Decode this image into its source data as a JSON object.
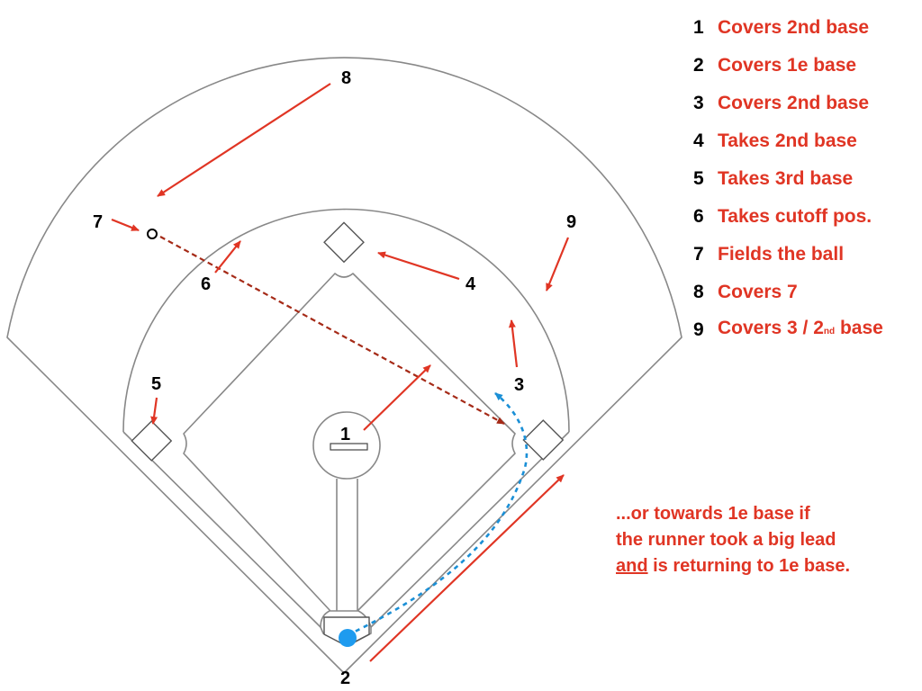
{
  "colors": {
    "line": "#888888",
    "red": "#e03524",
    "dark_red": "#a52a17",
    "blue": "#1a8fd6",
    "ball": "#1e9bef"
  },
  "positions": {
    "pitcher": "1",
    "catcher": "2",
    "first_base": "3",
    "second_base": "4",
    "third_base": "5",
    "shortstop": "6",
    "left_field": "7",
    "center_field": "8",
    "right_field": "9"
  },
  "legend": [
    {
      "num": "1",
      "text": "Covers 2nd base"
    },
    {
      "num": "2",
      "text": "Covers 1e base"
    },
    {
      "num": "3",
      "text": "Covers 2nd base"
    },
    {
      "num": "4",
      "text": "Takes 2nd base"
    },
    {
      "num": "5",
      "text": "Takes 3rd base"
    },
    {
      "num": "6",
      "text": "Takes cutoff pos."
    },
    {
      "num": "7",
      "text": "Fields the ball"
    },
    {
      "num": "8",
      "text": "Covers 7"
    },
    {
      "num": "9",
      "text_before": "Covers 3 / 2",
      "superscript": "nd",
      "text_after": " base"
    }
  ],
  "note": {
    "line1": "...or towards 1e base if",
    "line2": "the runner took a big lead",
    "line3_underlined": "and",
    "line3_rest": " is returning to 1e base."
  }
}
